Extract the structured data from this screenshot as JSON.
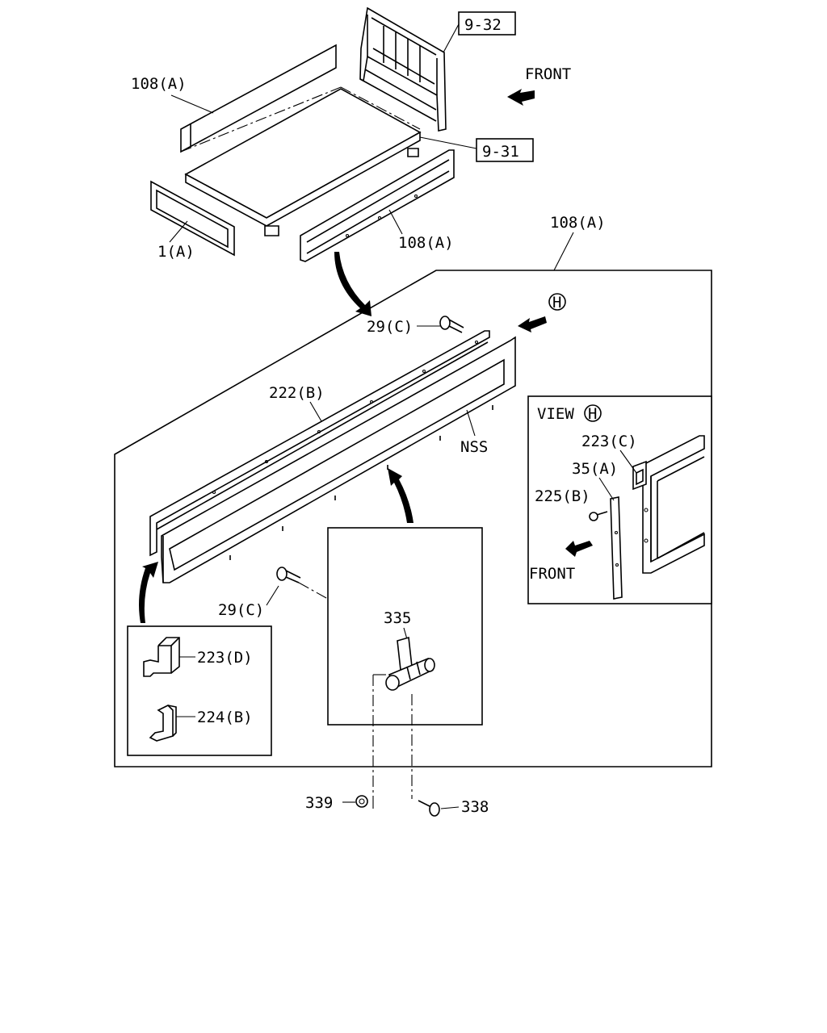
{
  "labels": {
    "ref_9_32": "9-32",
    "ref_9_31": "9-31",
    "front_top": "FRONT",
    "side_panel_upper": "108(A)",
    "tail_panel": "1(A)",
    "side_panel_lower": "108(A)",
    "detail_title": "108(A)",
    "bolt_top": "29(C)",
    "view_marker": "H",
    "rail": "222(B)",
    "nss": "NSS",
    "view_title": "VIEW",
    "view_marker_inset": "H",
    "bracket_c": "223(C)",
    "strip_a": "35(A)",
    "screw_b": "225(B)",
    "front_inset": "FRONT",
    "bolt_lower": "29(C)",
    "hinge": "335",
    "hook_d": "223(D)",
    "clip_b": "224(B)",
    "nut": "339",
    "pin": "338"
  }
}
